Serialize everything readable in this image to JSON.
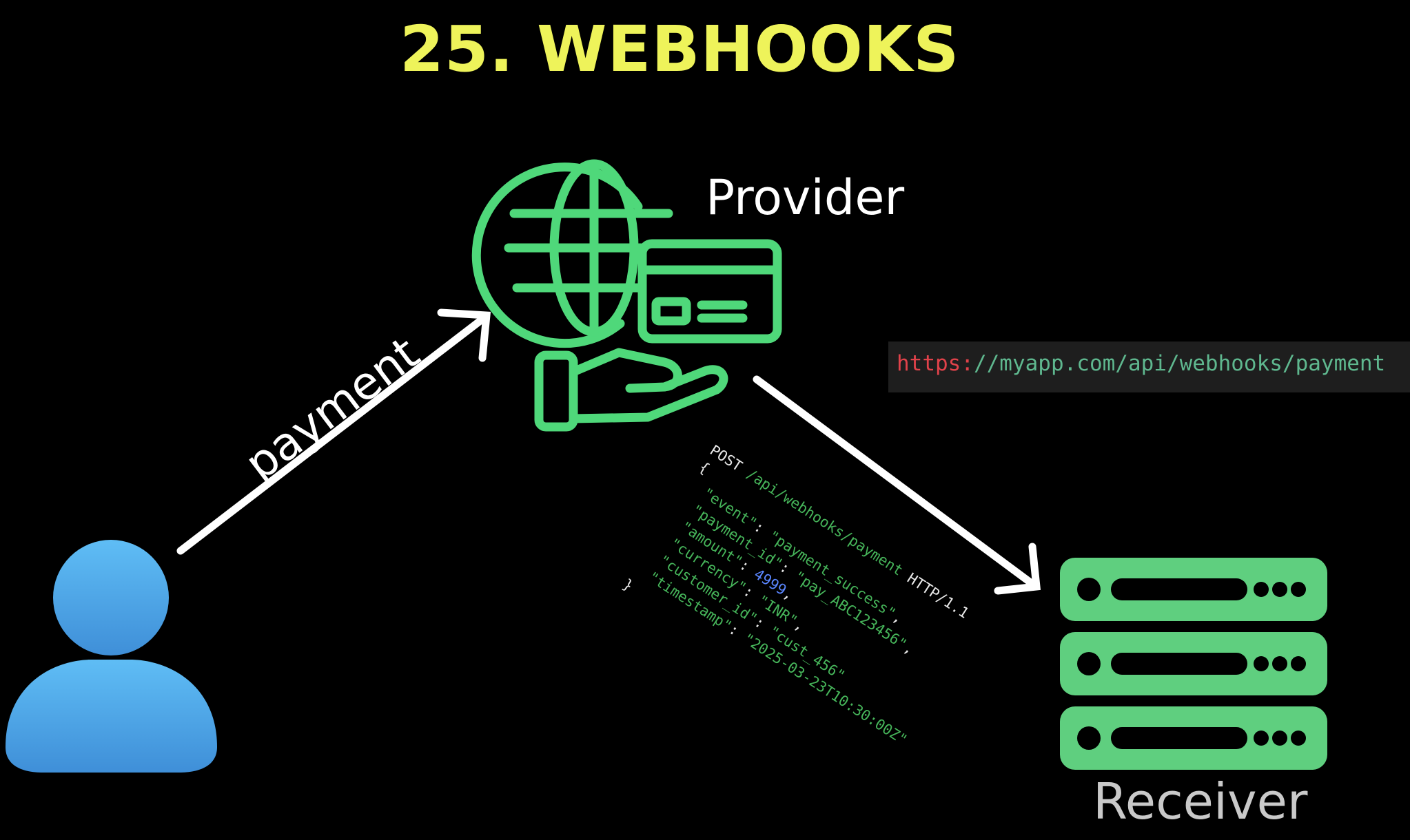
{
  "title": "25. WEBHOOKS",
  "nodes": {
    "provider_label": "Provider",
    "receiver_label": "Receiver"
  },
  "edges": {
    "payment_label": "payment"
  },
  "webhook_url": {
    "scheme": "https:",
    "rest": "//myapp.com/api/webhooks/payment"
  },
  "request": {
    "method": "POST",
    "path": "/api/webhooks/payment",
    "protocol": "HTTP/1.1",
    "open_brace": "{",
    "close_brace": "}",
    "body": [
      {
        "key": "\"event\"",
        "value": "\"payment_success\"",
        "value_type": "string",
        "trail": ","
      },
      {
        "key": "\"payment_id\"",
        "value": "\"pay_ABC123456\"",
        "value_type": "string",
        "trail": ","
      },
      {
        "key": "\"amount\"",
        "value": "4999",
        "value_type": "number",
        "trail": ","
      },
      {
        "key": "\"currency\"",
        "value": "\"INR\"",
        "value_type": "string",
        "trail": ","
      },
      {
        "key": "\"customer_id\"",
        "value": "\"cust_456\"",
        "value_type": "string",
        "trail": ""
      },
      {
        "key": "\"timestamp\"",
        "value": "\"2025-03-23T10:30:00Z\"",
        "value_type": "string",
        "trail": ""
      }
    ]
  },
  "colors": {
    "background": "#000000",
    "title": "#eef35a",
    "provider_icon": "#4fd87a",
    "receiver_icon": "#5fcf7f",
    "user_icon": "#4aa8e8",
    "arrow": "#ffffff"
  },
  "icons": {
    "user": "user-icon",
    "provider": "globe-card-hand-icon",
    "receiver": "server-stack-icon"
  }
}
